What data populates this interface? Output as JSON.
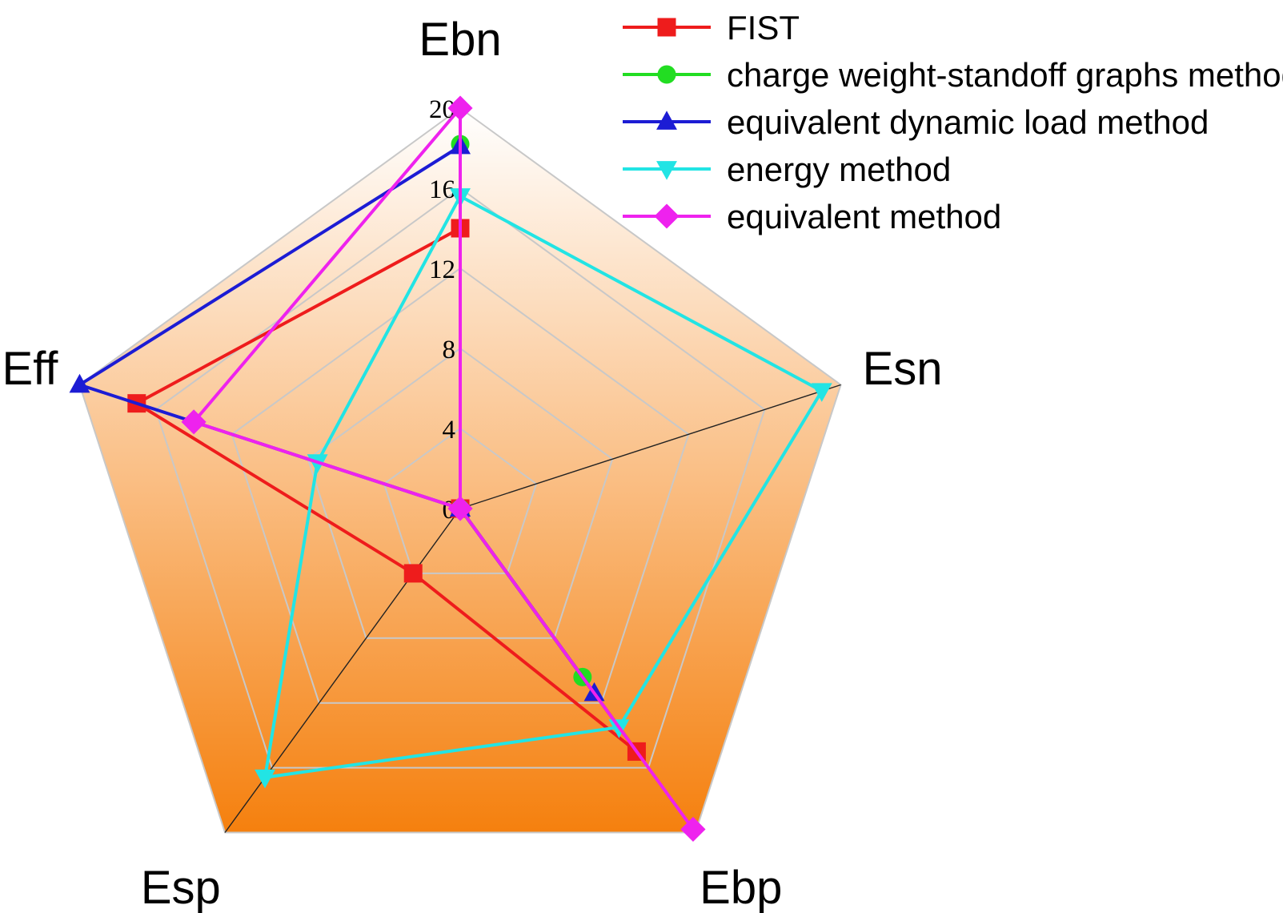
{
  "chart_data": {
    "type": "radar",
    "axes": [
      "Ebn",
      "Esn",
      "Ebp",
      "Esp",
      "Eff"
    ],
    "rlim": [
      0,
      20
    ],
    "ticks": [
      "0",
      "4",
      "8",
      "12",
      "16",
      "20"
    ],
    "grid": true,
    "legend": "top-right",
    "background": {
      "top": "#ffffff",
      "bottom": "#f5800e"
    },
    "series": [
      {
        "name": "FIST",
        "color": "#ee1c1c",
        "marker": "square",
        "values": [
          14,
          0,
          15,
          4,
          17
        ]
      },
      {
        "name": "charge weight-standoff graphs method",
        "color": "#22dd22",
        "marker": "circle",
        "values": [
          18.2,
          0,
          10.4,
          0,
          0
        ]
      },
      {
        "name": "equivalent dynamic load method",
        "color": "#1c1cd4",
        "marker": "triangle-up",
        "values": [
          18.1,
          0,
          11.4,
          0,
          20
        ]
      },
      {
        "name": "energy method",
        "color": "#22e4e4",
        "marker": "triangle-down",
        "values": [
          15.6,
          19,
          13.5,
          16.6,
          7.5
        ]
      },
      {
        "name": "equivalent method",
        "color": "#ee22ee",
        "marker": "diamond",
        "values": [
          20,
          0,
          19.8,
          0,
          14
        ]
      }
    ]
  }
}
